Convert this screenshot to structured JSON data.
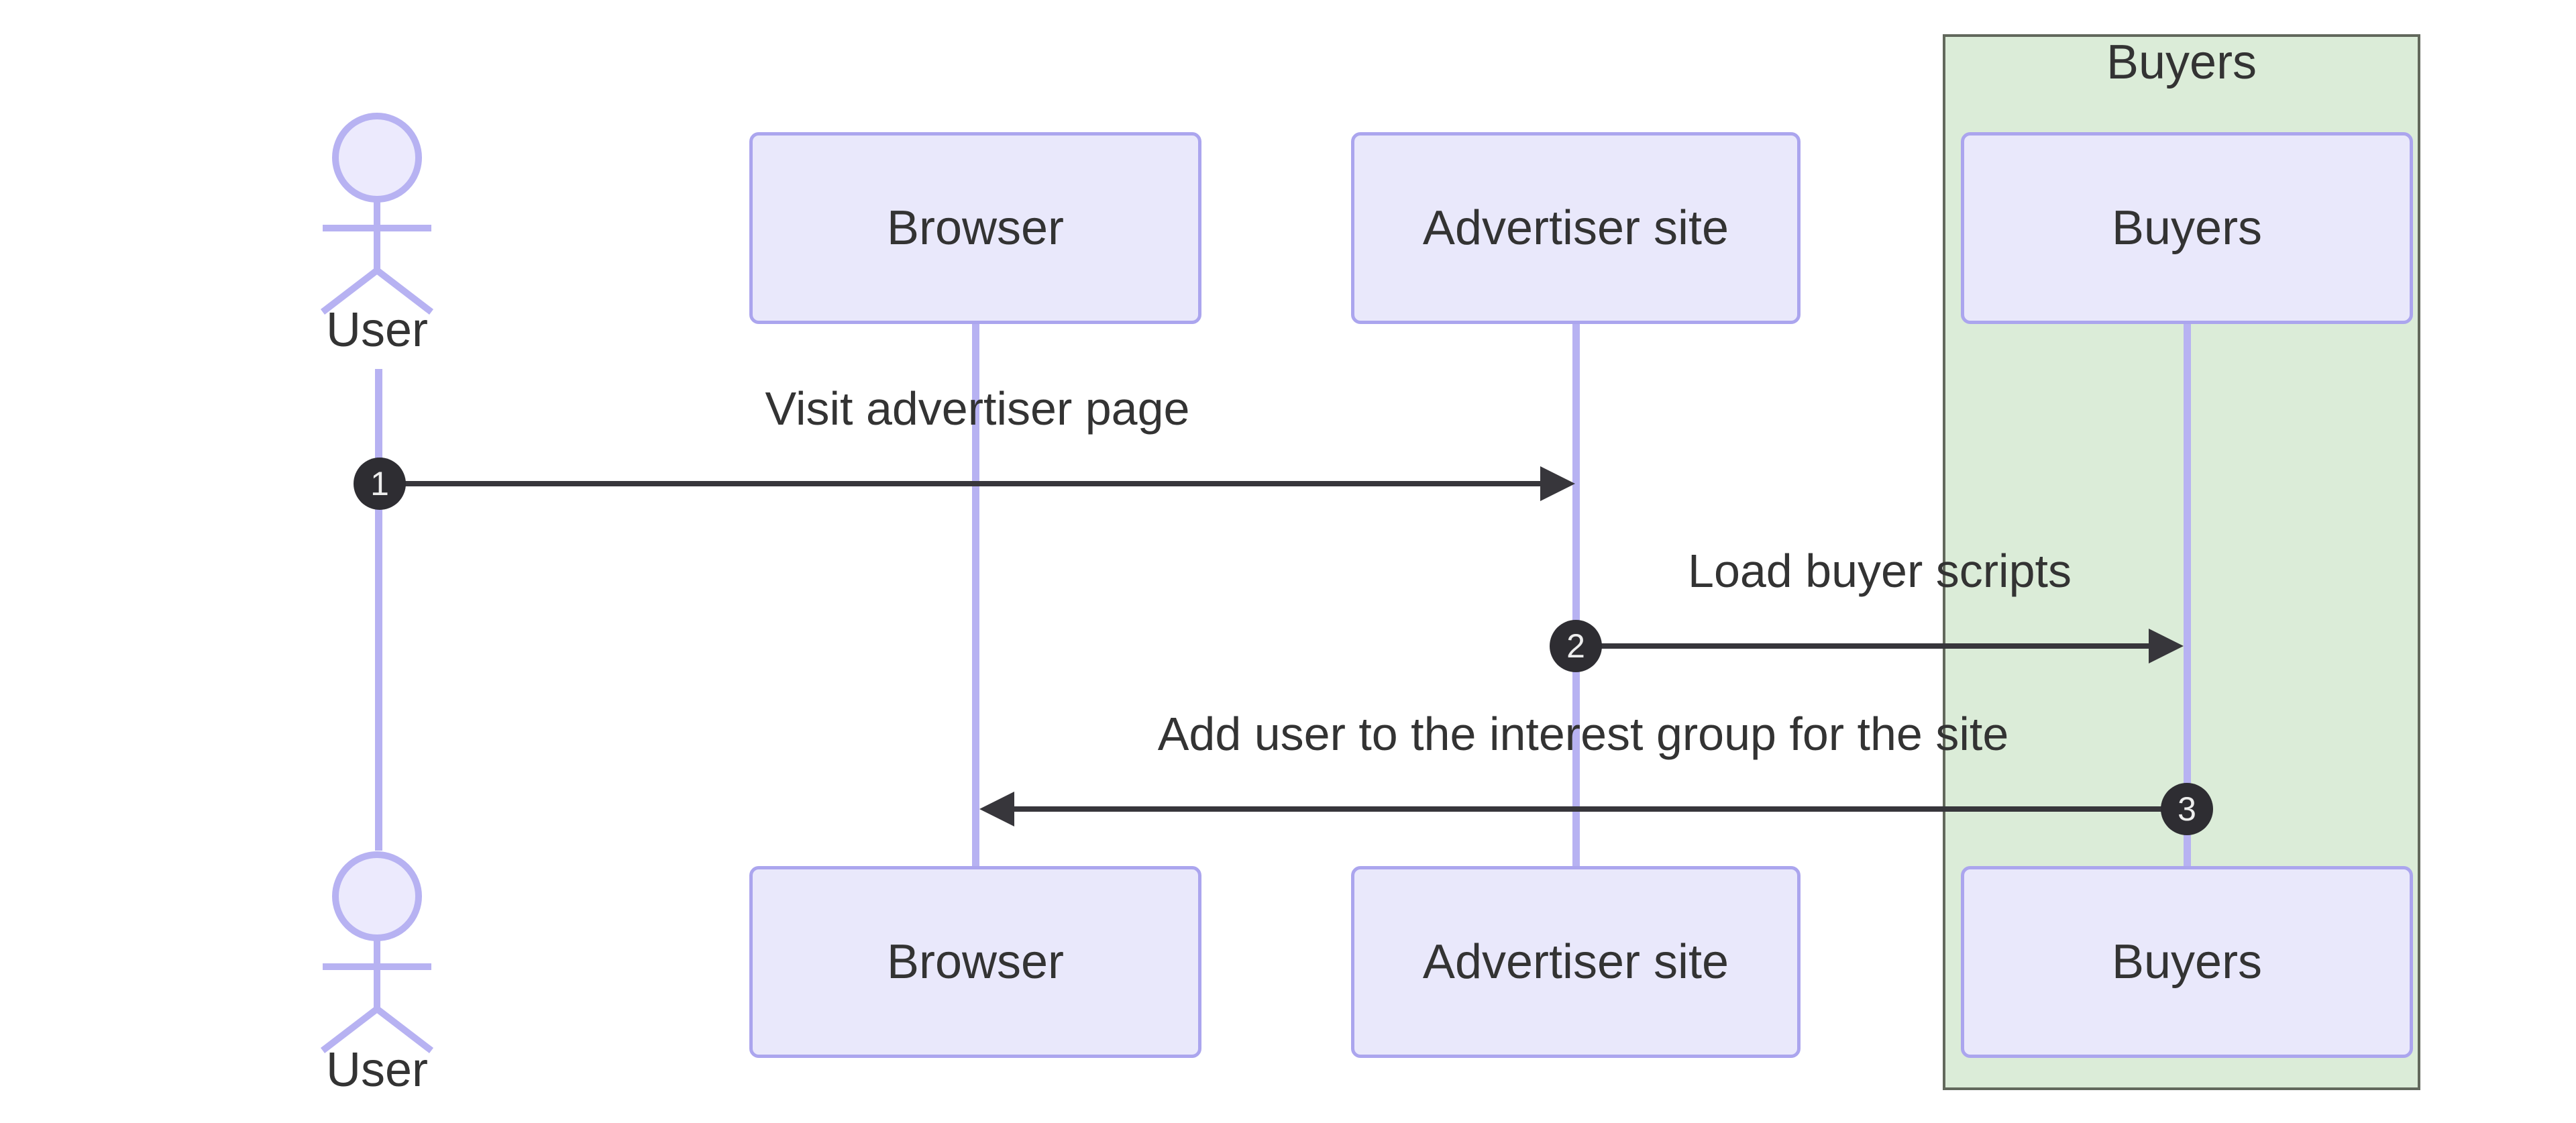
{
  "diagram_type": "sequence",
  "group_box": {
    "label": "Buyers"
  },
  "actors": [
    {
      "label": "User",
      "type": "actor"
    },
    {
      "label": "Browser",
      "type": "participant"
    },
    {
      "label": "Advertiser site",
      "type": "participant"
    },
    {
      "label": "Buyers",
      "type": "participant"
    }
  ],
  "messages": [
    {
      "seq": "1",
      "text": "Visit advertiser page",
      "from": "User",
      "to": "Advertiser site",
      "direction": "right"
    },
    {
      "seq": "2",
      "text": "Load buyer scripts",
      "from": "Advertiser site",
      "to": "Buyers",
      "direction": "right"
    },
    {
      "seq": "3",
      "text": "Add user to the interest group for the site",
      "from": "Buyers",
      "to": "Browser",
      "direction": "left"
    }
  ],
  "colors": {
    "participant_fill": "#e9e8fb",
    "participant_border": "#aba5ee",
    "lifeline": "#b7b2f2",
    "group_fill": "#dbecd8",
    "group_border": "#62685c",
    "arrow": "#37363b",
    "sequence_badge_fill": "#2e2d32",
    "sequence_badge_text": "#eeeeee",
    "text": "#333333",
    "background": "#ffffff"
  }
}
